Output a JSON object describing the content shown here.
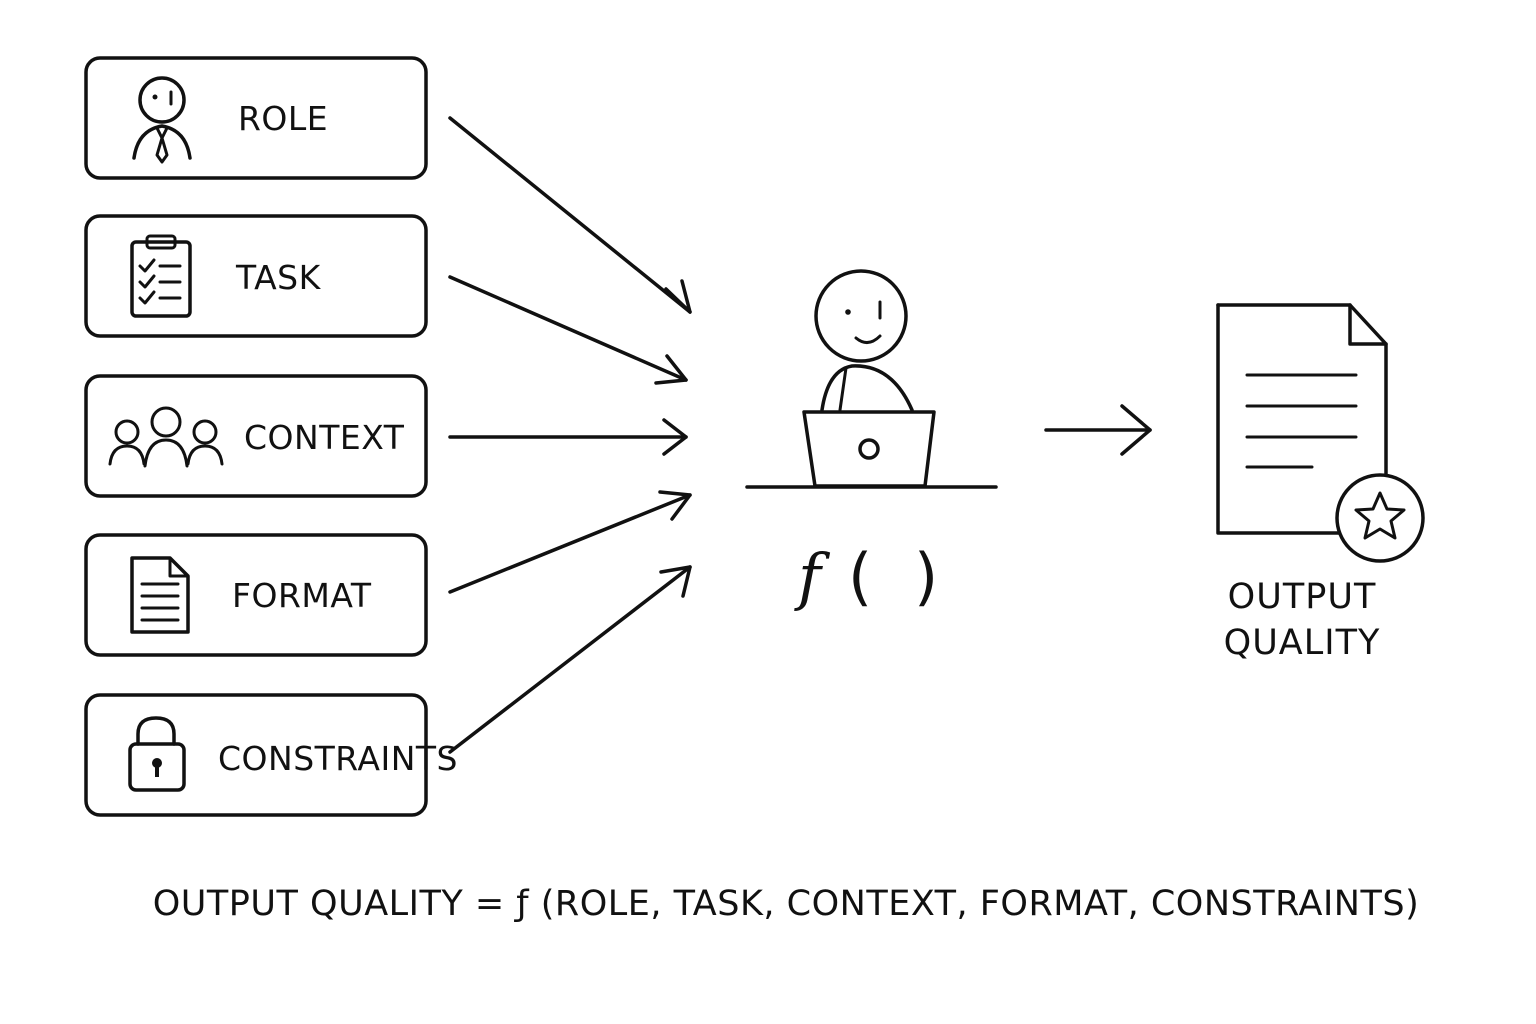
{
  "inputs": [
    {
      "label": "ROLE",
      "icon": "person-tie-icon"
    },
    {
      "label": "TASK",
      "icon": "clipboard-checklist-icon"
    },
    {
      "label": "CONTEXT",
      "icon": "people-group-icon"
    },
    {
      "label": "FORMAT",
      "icon": "document-icon"
    },
    {
      "label": "CONSTRAINTS",
      "icon": "padlock-icon"
    }
  ],
  "function": {
    "symbol": "f",
    "open": "(",
    "close": ")"
  },
  "output": {
    "line1": "OUTPUT",
    "line2": "QUALITY",
    "icon": "document-star-icon"
  },
  "formula": "OUTPUT QUALITY = ƒ (ROLE, TASK, CONTEXT, FORMAT, CONSTRAINTS)"
}
